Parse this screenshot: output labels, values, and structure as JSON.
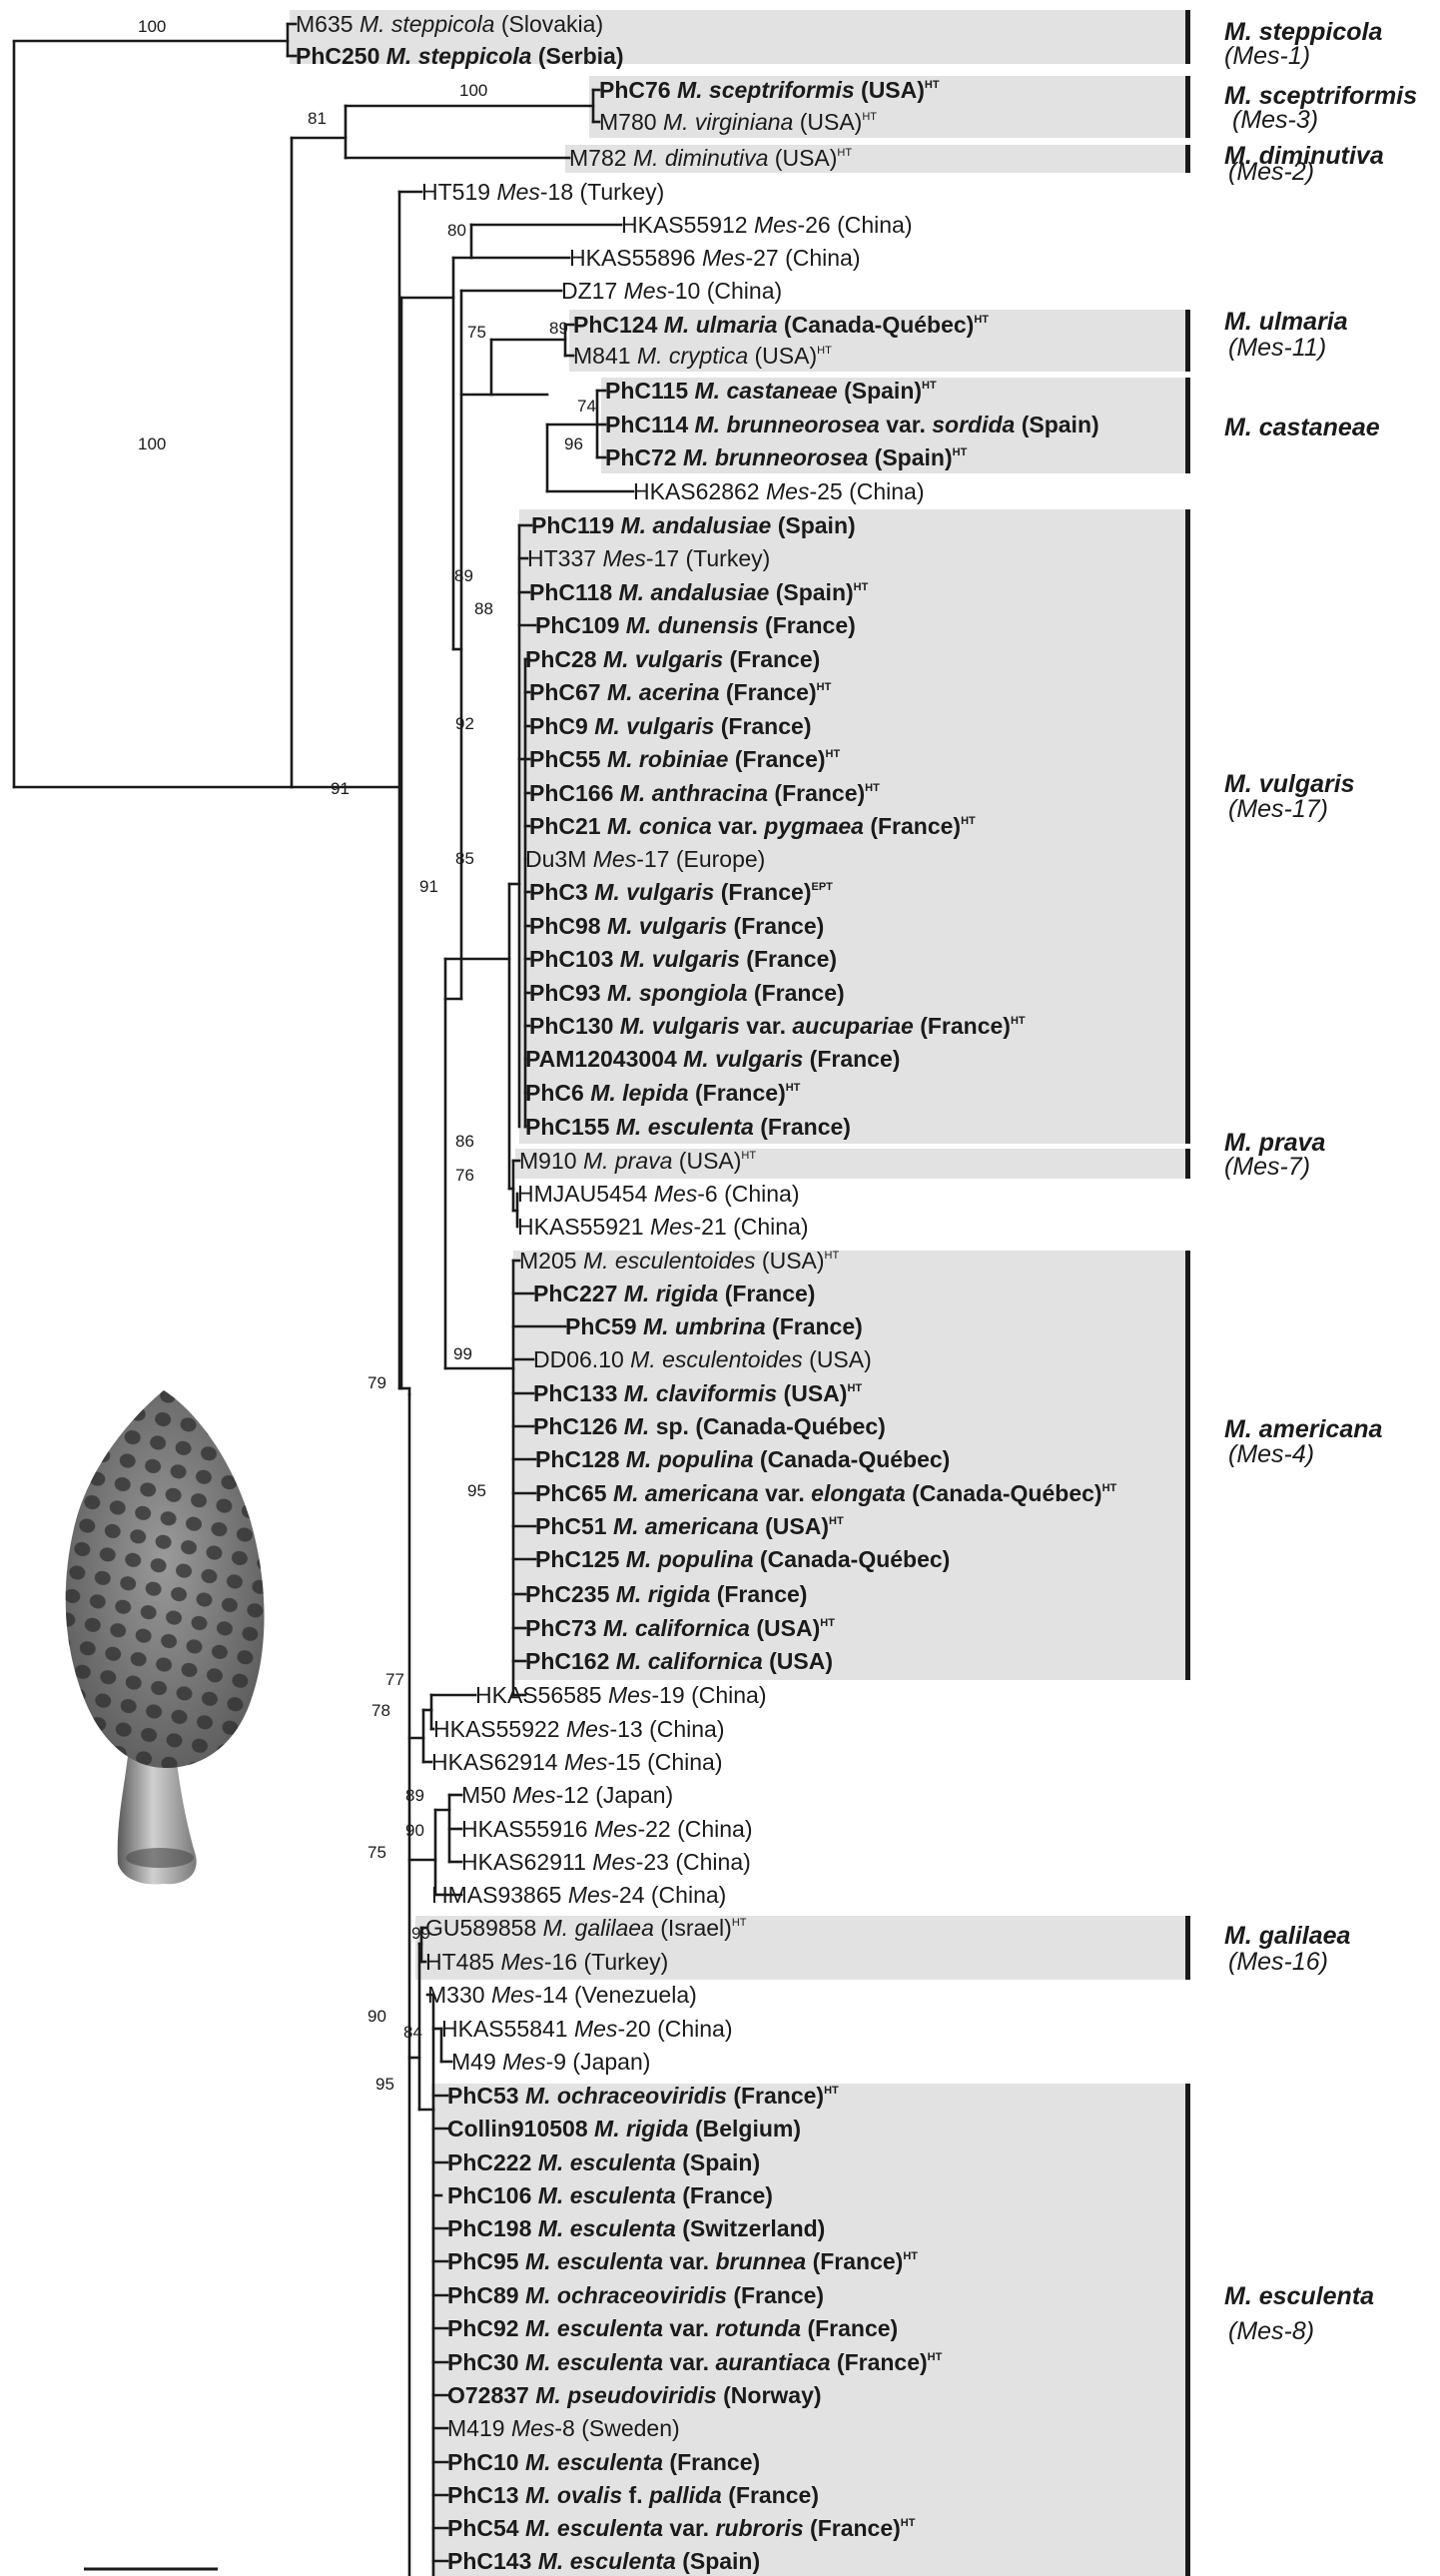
{
  "tips": [
    {
      "p": [
        [
          "M635 ",
          0
        ],
        [
          "M. steppicola",
          1
        ],
        [
          " (Slovakia)",
          0
        ]
      ],
      "b": false
    },
    {
      "p": [
        [
          "PhC250 ",
          0
        ],
        [
          "M. steppicola",
          1
        ],
        [
          " (Serbia)",
          0
        ]
      ],
      "b": true
    },
    {
      "p": [
        [
          "PhC76 ",
          0
        ],
        [
          "M. sceptriformis",
          1
        ],
        [
          " (USA)",
          0
        ]
      ],
      "b": true,
      "s": "HT"
    },
    {
      "p": [
        [
          "M780 ",
          0
        ],
        [
          "M. virginiana",
          1
        ],
        [
          " (USA)",
          0
        ]
      ],
      "b": false,
      "s": "HT"
    },
    {
      "p": [
        [
          "M782 ",
          0
        ],
        [
          "M. diminutiva",
          1
        ],
        [
          " (USA)",
          0
        ]
      ],
      "b": false,
      "s": "HT"
    },
    {
      "p": [
        [
          "HT519 ",
          0
        ],
        [
          "Mes",
          1
        ],
        [
          "-18 (Turkey)",
          0
        ]
      ],
      "b": false
    },
    {
      "p": [
        [
          "HKAS55912 ",
          0
        ],
        [
          "Mes",
          1
        ],
        [
          "-26 (China)",
          0
        ]
      ],
      "b": false
    },
    {
      "p": [
        [
          "HKAS55896 ",
          0
        ],
        [
          "Mes",
          1
        ],
        [
          "-27 (China)",
          0
        ]
      ],
      "b": false
    },
    {
      "p": [
        [
          "DZ17 ",
          0
        ],
        [
          "Mes",
          1
        ],
        [
          "-10 (China)",
          0
        ]
      ],
      "b": false
    },
    {
      "p": [
        [
          "PhC124 ",
          0
        ],
        [
          "M. ulmaria",
          1
        ],
        [
          " (Canada-Québec)",
          0
        ]
      ],
      "b": true,
      "s": "HT"
    },
    {
      "p": [
        [
          "M841 ",
          0
        ],
        [
          "M. cryptica",
          1
        ],
        [
          " (USA)",
          0
        ]
      ],
      "b": false,
      "s": "HT"
    },
    {
      "p": [
        [
          "PhC115 ",
          0
        ],
        [
          "M. castaneae",
          1
        ],
        [
          " (Spain)",
          0
        ]
      ],
      "b": true,
      "s": "HT"
    },
    {
      "p": [
        [
          "PhC114 ",
          0
        ],
        [
          "M. brunneorosea",
          1
        ],
        [
          " var. ",
          0
        ],
        [
          "sordida",
          1
        ],
        [
          " (Spain)",
          0
        ]
      ],
      "b": true
    },
    {
      "p": [
        [
          "PhC72 ",
          0
        ],
        [
          "M. brunneorosea",
          1
        ],
        [
          " (Spain)",
          0
        ]
      ],
      "b": true,
      "s": "HT"
    },
    {
      "p": [
        [
          "HKAS62862 ",
          0
        ],
        [
          "Mes",
          1
        ],
        [
          "-25 (China)",
          0
        ]
      ],
      "b": false
    },
    {
      "p": [
        [
          "PhC119 ",
          0
        ],
        [
          "M. andalusiae",
          1
        ],
        [
          " (Spain)",
          0
        ]
      ],
      "b": true
    },
    {
      "p": [
        [
          "HT337 ",
          0
        ],
        [
          "Mes",
          1
        ],
        [
          "-17 (Turkey)",
          0
        ]
      ],
      "b": false
    },
    {
      "p": [
        [
          "PhC118 ",
          0
        ],
        [
          "M. andalusiae",
          1
        ],
        [
          " (Spain)",
          0
        ]
      ],
      "b": true,
      "s": "HT"
    },
    {
      "p": [
        [
          "PhC109 ",
          0
        ],
        [
          "M. dunensis",
          1
        ],
        [
          " (France)",
          0
        ]
      ],
      "b": true
    },
    {
      "p": [
        [
          "PhC28 ",
          0
        ],
        [
          "M. vulgaris",
          1
        ],
        [
          " (France)",
          0
        ]
      ],
      "b": true
    },
    {
      "p": [
        [
          "PhC67 ",
          0
        ],
        [
          "M. acerina",
          1
        ],
        [
          " (France)",
          0
        ]
      ],
      "b": true,
      "s": "HT"
    },
    {
      "p": [
        [
          "PhC9 ",
          0
        ],
        [
          "M. vulgaris",
          1
        ],
        [
          " (France)",
          0
        ]
      ],
      "b": true
    },
    {
      "p": [
        [
          "PhC55 ",
          0
        ],
        [
          "M. robiniae",
          1
        ],
        [
          " (France)",
          0
        ]
      ],
      "b": true,
      "s": "HT"
    },
    {
      "p": [
        [
          "PhC166 ",
          0
        ],
        [
          "M. anthracina",
          1
        ],
        [
          " (France)",
          0
        ]
      ],
      "b": true,
      "s": "HT"
    },
    {
      "p": [
        [
          "PhC21 ",
          0
        ],
        [
          "M. conica",
          1
        ],
        [
          " var. ",
          0
        ],
        [
          "pygmaea",
          1
        ],
        [
          " (France)",
          0
        ]
      ],
      "b": true,
      "s": "HT"
    },
    {
      "p": [
        [
          "Du3M ",
          0
        ],
        [
          "Mes",
          1
        ],
        [
          "-17 (Europe)",
          0
        ]
      ],
      "b": false
    },
    {
      "p": [
        [
          "PhC3 ",
          0
        ],
        [
          "M. vulgaris",
          1
        ],
        [
          " (France)",
          0
        ]
      ],
      "b": true,
      "s": "EPT"
    },
    {
      "p": [
        [
          "PhC98 ",
          0
        ],
        [
          "M. vulgaris",
          1
        ],
        [
          " (France)",
          0
        ]
      ],
      "b": true
    },
    {
      "p": [
        [
          "PhC103 ",
          0
        ],
        [
          "M. vulgaris",
          1
        ],
        [
          " (France)",
          0
        ]
      ],
      "b": true
    },
    {
      "p": [
        [
          "PhC93 ",
          0
        ],
        [
          "M. spongiola",
          1
        ],
        [
          " (France)",
          0
        ]
      ],
      "b": true
    },
    {
      "p": [
        [
          "PhC130 ",
          0
        ],
        [
          "M. vulgaris",
          1
        ],
        [
          " var. ",
          0
        ],
        [
          "aucupariae",
          1
        ],
        [
          " (France)",
          0
        ]
      ],
      "b": true,
      "s": "HT"
    },
    {
      "p": [
        [
          "PAM12043004 ",
          0
        ],
        [
          "M. vulgaris",
          1
        ],
        [
          " (France)",
          0
        ]
      ],
      "b": true
    },
    {
      "p": [
        [
          "PhC6 ",
          0
        ],
        [
          "M. lepida",
          1
        ],
        [
          " (France)",
          0
        ]
      ],
      "b": true,
      "s": "HT"
    },
    {
      "p": [
        [
          "PhC155 ",
          0
        ],
        [
          "M. esculenta",
          1
        ],
        [
          " (France)",
          0
        ]
      ],
      "b": true
    },
    {
      "p": [
        [
          "M910 ",
          0
        ],
        [
          "M. prava",
          1
        ],
        [
          " (USA)",
          0
        ]
      ],
      "b": false,
      "s": "HT"
    },
    {
      "p": [
        [
          "HMJAU5454 ",
          0
        ],
        [
          "Mes",
          1
        ],
        [
          "-6 (China)",
          0
        ]
      ],
      "b": false
    },
    {
      "p": [
        [
          "HKAS55921 ",
          0
        ],
        [
          "Mes",
          1
        ],
        [
          "-21 (China)",
          0
        ]
      ],
      "b": false
    },
    {
      "p": [
        [
          "M205 ",
          0
        ],
        [
          "M. esculentoides",
          1
        ],
        [
          " (USA)",
          0
        ]
      ],
      "b": false,
      "s": "HT"
    },
    {
      "p": [
        [
          "PhC227 ",
          0
        ],
        [
          "M. rigida",
          1
        ],
        [
          " (France)",
          0
        ]
      ],
      "b": true
    },
    {
      "p": [
        [
          "PhC59 ",
          0
        ],
        [
          "M. umbrina",
          1
        ],
        [
          " (France)",
          0
        ]
      ],
      "b": true
    },
    {
      "p": [
        [
          "DD06.10 ",
          0
        ],
        [
          "M. esculentoides",
          1
        ],
        [
          " (USA)",
          0
        ]
      ],
      "b": false
    },
    {
      "p": [
        [
          "PhC133 ",
          0
        ],
        [
          "M. claviformis",
          1
        ],
        [
          " (USA)",
          0
        ]
      ],
      "b": true,
      "s": "HT"
    },
    {
      "p": [
        [
          "PhC126 ",
          0
        ],
        [
          "M.",
          1
        ],
        [
          " sp. (Canada-Québec)",
          0
        ]
      ],
      "b": true
    },
    {
      "p": [
        [
          "PhC128 ",
          0
        ],
        [
          "M. populina",
          1
        ],
        [
          " (Canada-Québec)",
          0
        ]
      ],
      "b": true
    },
    {
      "p": [
        [
          "PhC65 ",
          0
        ],
        [
          "M. americana",
          1
        ],
        [
          " var. ",
          0
        ],
        [
          "elongata",
          1
        ],
        [
          " (Canada-Québec)",
          0
        ]
      ],
      "b": true,
      "s": "HT"
    },
    {
      "p": [
        [
          "PhC51 ",
          0
        ],
        [
          "M. americana",
          1
        ],
        [
          " (USA)",
          0
        ]
      ],
      "b": true,
      "s": "HT"
    },
    {
      "p": [
        [
          "PhC125 ",
          0
        ],
        [
          "M. populina",
          1
        ],
        [
          " (Canada-Québec)",
          0
        ]
      ],
      "b": true
    },
    {
      "p": [
        [
          "PhC235 ",
          0
        ],
        [
          "M. rigida",
          1
        ],
        [
          " (France)",
          0
        ]
      ],
      "b": true
    },
    {
      "p": [
        [
          "PhC73 ",
          0
        ],
        [
          "M. californica",
          1
        ],
        [
          " (USA)",
          0
        ]
      ],
      "b": true,
      "s": "HT"
    },
    {
      "p": [
        [
          "PhC162 ",
          0
        ],
        [
          "M. californica",
          1
        ],
        [
          " (USA)",
          0
        ]
      ],
      "b": true
    },
    {
      "p": [
        [
          "HKAS56585 ",
          0
        ],
        [
          "Mes",
          1
        ],
        [
          "-19 (China)",
          0
        ]
      ],
      "b": false
    },
    {
      "p": [
        [
          "HKAS55922 ",
          0
        ],
        [
          "Mes",
          1
        ],
        [
          "-13 (China)",
          0
        ]
      ],
      "b": false
    },
    {
      "p": [
        [
          "HKAS62914 ",
          0
        ],
        [
          "Mes",
          1
        ],
        [
          "-15 (China)",
          0
        ]
      ],
      "b": false
    },
    {
      "p": [
        [
          "M50 ",
          0
        ],
        [
          "Mes",
          1
        ],
        [
          "-12 (Japan)",
          0
        ]
      ],
      "b": false
    },
    {
      "p": [
        [
          "HKAS55916 ",
          0
        ],
        [
          "Mes",
          1
        ],
        [
          "-22 (China)",
          0
        ]
      ],
      "b": false
    },
    {
      "p": [
        [
          "HKAS62911 ",
          0
        ],
        [
          "Mes",
          1
        ],
        [
          "-23 (China)",
          0
        ]
      ],
      "b": false
    },
    {
      "p": [
        [
          "HMAS93865 ",
          0
        ],
        [
          "Mes",
          1
        ],
        [
          "-24 (China)",
          0
        ]
      ],
      "b": false
    },
    {
      "p": [
        [
          "GU589858 ",
          0
        ],
        [
          "M. galilaea",
          1
        ],
        [
          " (Israel)",
          0
        ]
      ],
      "b": false,
      "s": "HT"
    },
    {
      "p": [
        [
          "HT485 ",
          0
        ],
        [
          "Mes",
          1
        ],
        [
          "-16 (Turkey)",
          0
        ]
      ],
      "b": false
    },
    {
      "p": [
        [
          "M330 ",
          0
        ],
        [
          "Mes",
          1
        ],
        [
          "-14 (Venezuela)",
          0
        ]
      ],
      "b": false
    },
    {
      "p": [
        [
          "HKAS55841 ",
          0
        ],
        [
          "Mes",
          1
        ],
        [
          "-20 (China)",
          0
        ]
      ],
      "b": false
    },
    {
      "p": [
        [
          "M49 ",
          0
        ],
        [
          "Mes",
          1
        ],
        [
          "-9 (Japan)",
          0
        ]
      ],
      "b": false
    },
    {
      "p": [
        [
          "PhC53 ",
          0
        ],
        [
          "M. ochraceoviridis",
          1
        ],
        [
          " (France)",
          0
        ]
      ],
      "b": true,
      "s": "HT"
    },
    {
      "p": [
        [
          "Collin910508 ",
          0
        ],
        [
          "M. rigida",
          1
        ],
        [
          " (Belgium)",
          0
        ]
      ],
      "b": true
    },
    {
      "p": [
        [
          "PhC222 ",
          0
        ],
        [
          "M. esculenta",
          1
        ],
        [
          " (Spain)",
          0
        ]
      ],
      "b": true
    },
    {
      "p": [
        [
          "PhC106 ",
          0
        ],
        [
          "M. esculenta",
          1
        ],
        [
          " (France)",
          0
        ]
      ],
      "b": true
    },
    {
      "p": [
        [
          "PhC198 ",
          0
        ],
        [
          "M. esculenta",
          1
        ],
        [
          " (Switzerland)",
          0
        ]
      ],
      "b": true
    },
    {
      "p": [
        [
          "PhC95 ",
          0
        ],
        [
          "M. esculenta",
          1
        ],
        [
          " var. ",
          0
        ],
        [
          "brunnea",
          1
        ],
        [
          " (France)",
          0
        ]
      ],
      "b": true,
      "s": "HT"
    },
    {
      "p": [
        [
          "PhC89 ",
          0
        ],
        [
          "M. ochraceoviridis",
          1
        ],
        [
          " (France)",
          0
        ]
      ],
      "b": true
    },
    {
      "p": [
        [
          "PhC92 ",
          0
        ],
        [
          "M. esculenta",
          1
        ],
        [
          " var. ",
          0
        ],
        [
          "rotunda",
          1
        ],
        [
          " (France)",
          0
        ]
      ],
      "b": true
    },
    {
      "p": [
        [
          "PhC30 ",
          0
        ],
        [
          "M. esculenta",
          1
        ],
        [
          " var. ",
          0
        ],
        [
          "aurantiaca",
          1
        ],
        [
          " (France)",
          0
        ]
      ],
      "b": true,
      "s": "HT"
    },
    {
      "p": [
        [
          "O72837 ",
          0
        ],
        [
          "M. pseudoviridis",
          1
        ],
        [
          " (Norway)",
          0
        ]
      ],
      "b": true
    },
    {
      "p": [
        [
          "M419 ",
          0
        ],
        [
          "Mes",
          1
        ],
        [
          "-8 (Sweden)",
          0
        ]
      ],
      "b": false
    },
    {
      "p": [
        [
          "PhC10 ",
          0
        ],
        [
          "M. esculenta",
          1
        ],
        [
          " (France)",
          0
        ]
      ],
      "b": true
    },
    {
      "p": [
        [
          "PhC13 ",
          0
        ],
        [
          "M. ovalis",
          1
        ],
        [
          " f. ",
          0
        ],
        [
          "pallida",
          1
        ],
        [
          " (France)",
          0
        ]
      ],
      "b": true
    },
    {
      "p": [
        [
          "PhC54 ",
          0
        ],
        [
          "M. esculenta",
          1
        ],
        [
          " var. ",
          0
        ],
        [
          "rubroris",
          1
        ],
        [
          " (France)",
          0
        ]
      ],
      "b": true,
      "s": "HT"
    },
    {
      "p": [
        [
          "PhC143 ",
          0
        ],
        [
          "M. esculenta",
          1
        ],
        [
          " (Spain)",
          0
        ]
      ],
      "b": true
    }
  ],
  "bootstrap": [
    "100",
    "100",
    "81",
    "100",
    "80",
    "75",
    "89",
    "74",
    "96",
    "89",
    "88",
    "92",
    "85",
    "86",
    "76",
    "91",
    "91",
    "99",
    "95",
    "79",
    "77",
    "78",
    "89",
    "90",
    "75",
    "99",
    "84",
    "90",
    "95"
  ],
  "clades": [
    {
      "name": "M. steppicola",
      "mes": "(Mes-1)"
    },
    {
      "name": "M. sceptriformis",
      "mes": "(Mes-3)"
    },
    {
      "name": "M. diminutiva",
      "mes": "(Mes-2)"
    },
    {
      "name": "M. ulmaria",
      "mes": "(Mes-11)"
    },
    {
      "name": "M. castaneae",
      "mes": ""
    },
    {
      "name": "M. vulgaris",
      "mes": "(Mes-17)"
    },
    {
      "name": "M. prava",
      "mes": "(Mes-7)"
    },
    {
      "name": "M. americana",
      "mes": "(Mes-4)"
    },
    {
      "name": "M. galilaea",
      "mes": "(Mes-16)"
    },
    {
      "name": "M. esculenta",
      "mes": "(Mes-8)"
    }
  ]
}
